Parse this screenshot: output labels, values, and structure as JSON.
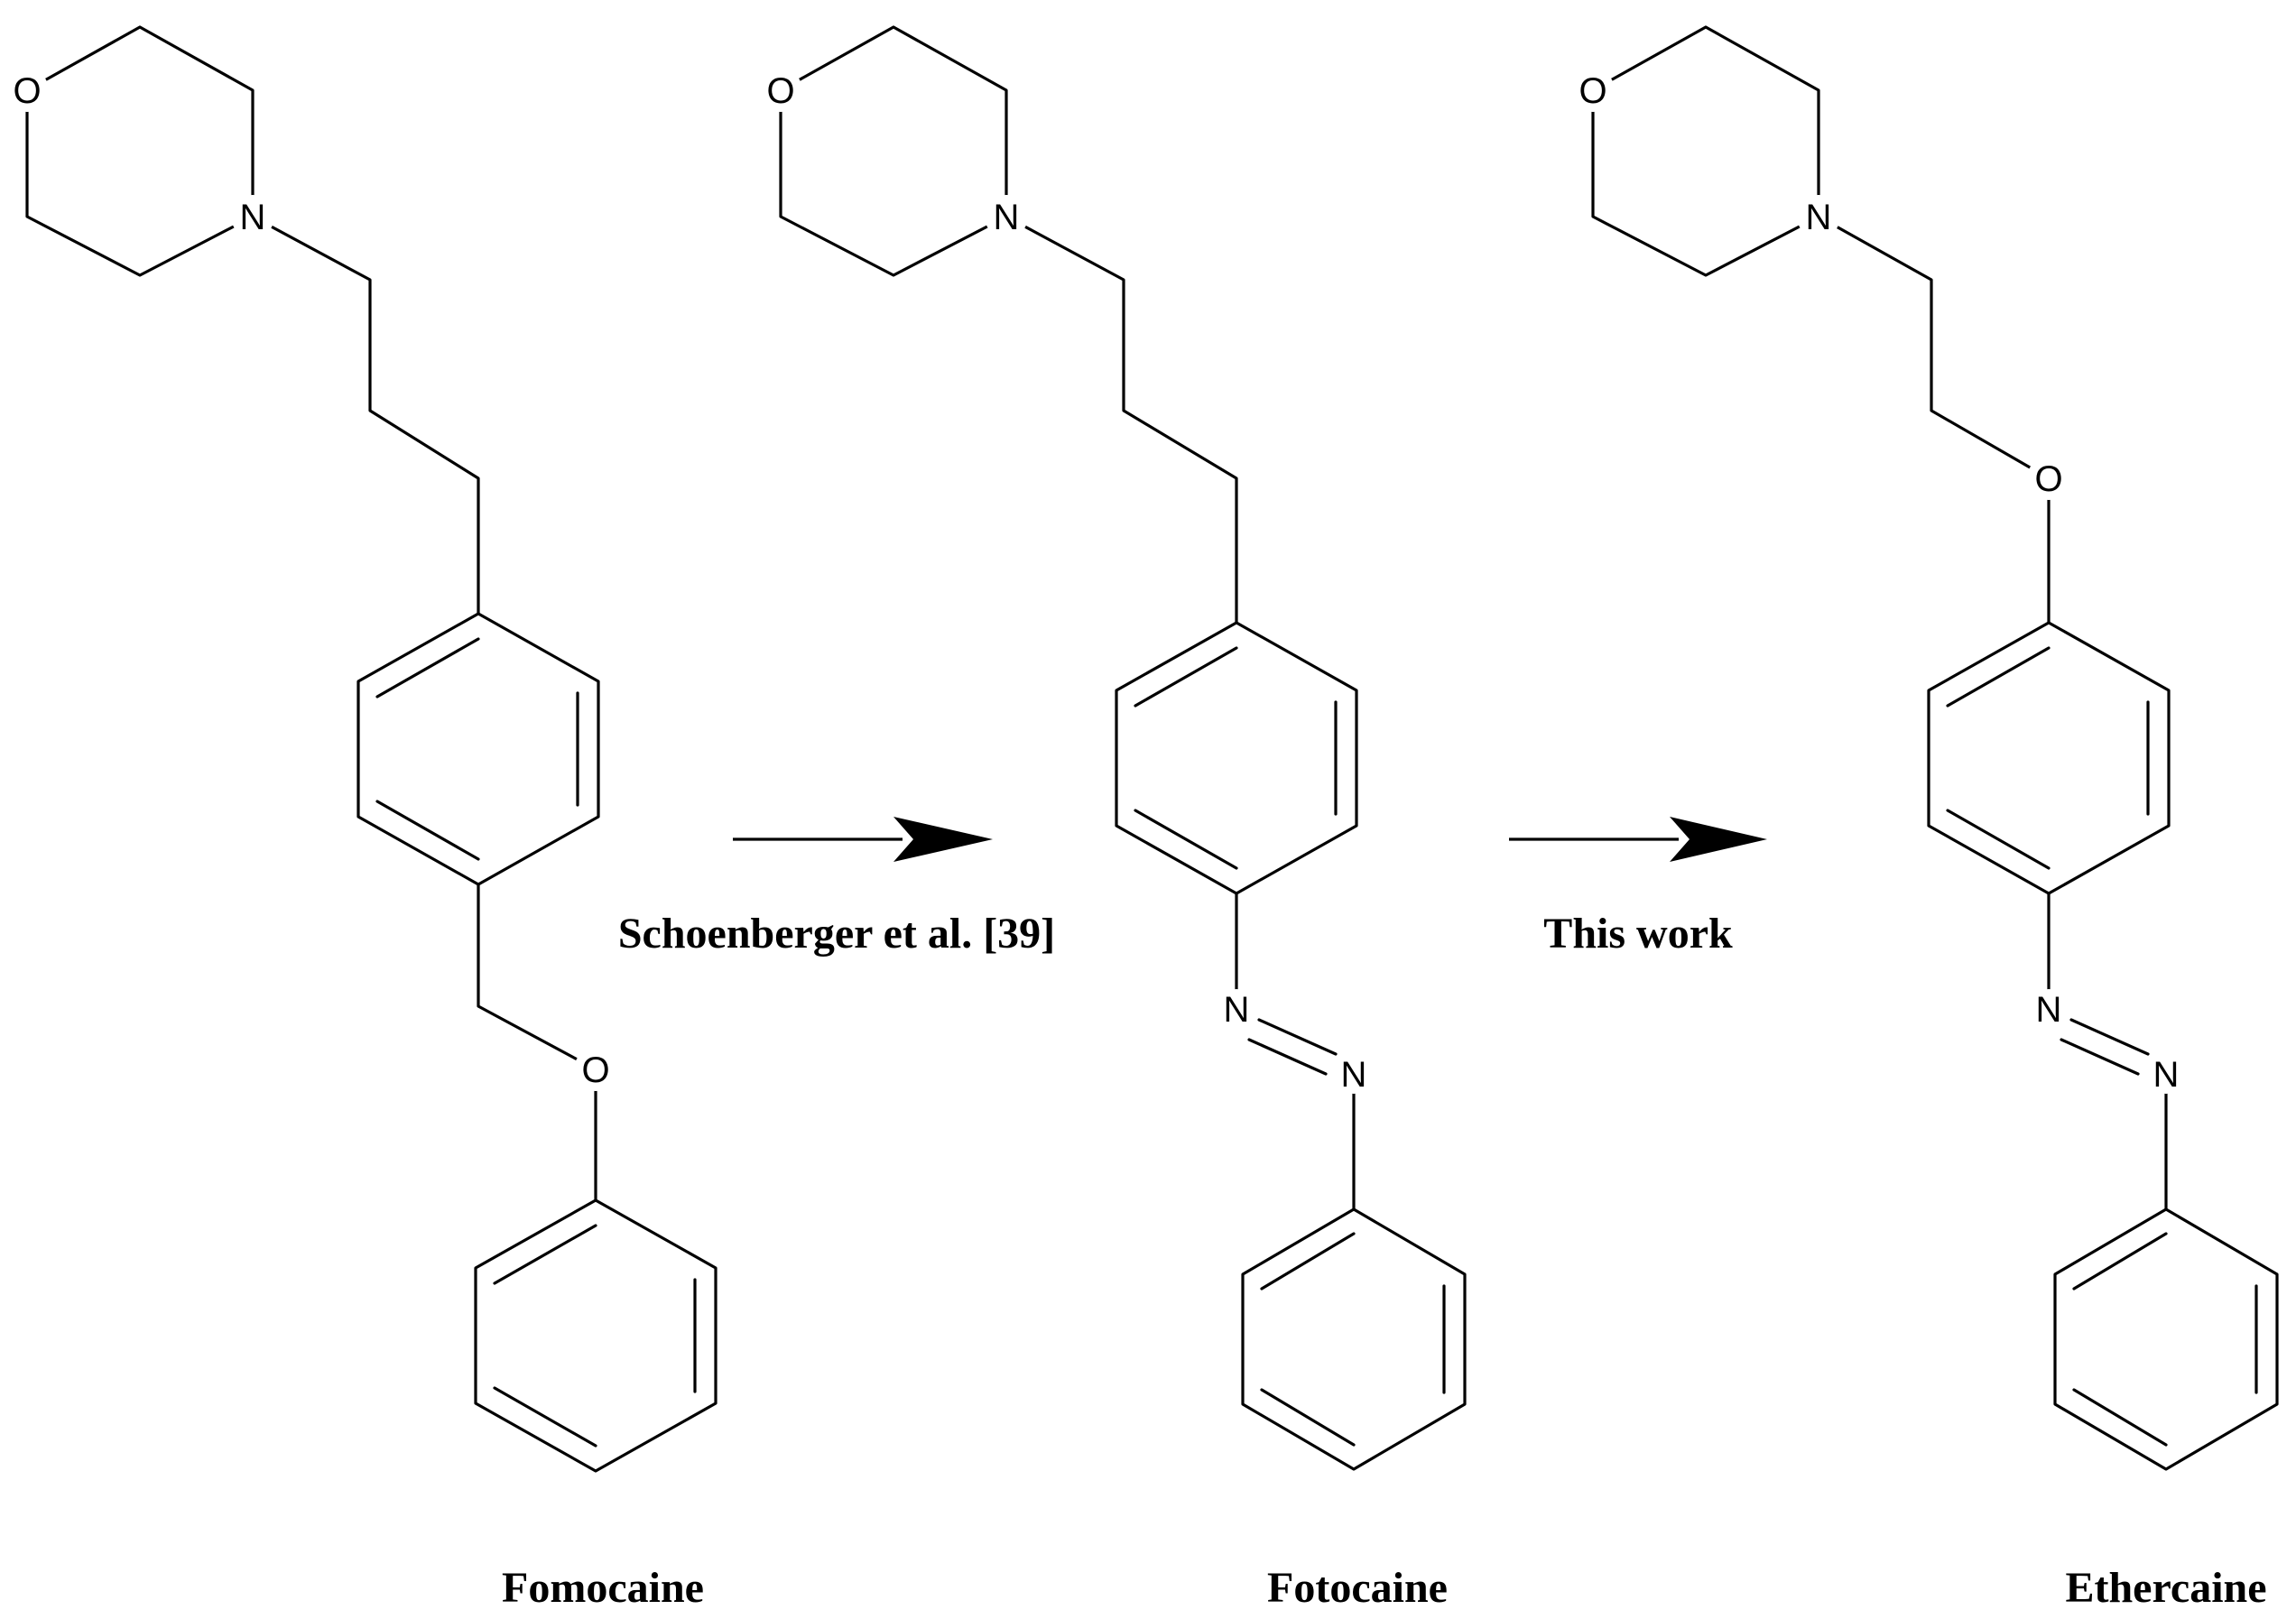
{
  "molecules": [
    {
      "name": "Fomocaine",
      "atoms": {
        "morpholine_O": "O",
        "morpholine_N": "N",
        "ether_O": "O"
      }
    },
    {
      "name": "Fotocaine",
      "atoms": {
        "morpholine_O": "O",
        "morpholine_N": "N",
        "azo_N1": "N",
        "azo_N2": "N"
      }
    },
    {
      "name": "Ethercaine",
      "atoms": {
        "morpholine_O": "O",
        "morpholine_N": "N",
        "ether_O": "O",
        "azo_N1": "N",
        "azo_N2": "N"
      }
    }
  ],
  "arrows": [
    {
      "label": "Schoenberger et al. [39]"
    },
    {
      "label": "This work"
    }
  ]
}
